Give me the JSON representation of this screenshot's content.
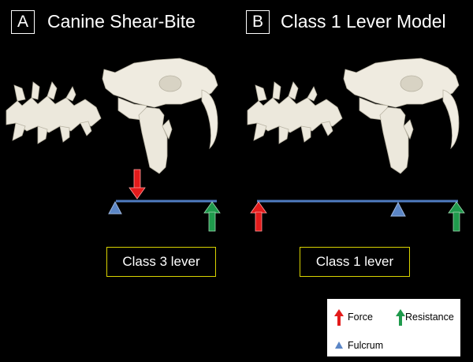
{
  "panels": [
    {
      "letter": "A",
      "title": "Canine Shear-Bite",
      "lever_label": "Class 3 lever"
    },
    {
      "letter": "B",
      "title": "Class 1 Lever Model",
      "lever_label": "Class 1 lever"
    }
  ],
  "legend": {
    "force": "Force",
    "resistance": "Resistance",
    "fulcrum": "Fulcrum"
  },
  "colors": {
    "background": "#000000",
    "force": "#e31b1b",
    "resistance": "#1f9a4c",
    "fulcrum": "#5b86c6",
    "lever": "#4f7cc1",
    "label_border": "#d9d300",
    "bone": "#ece8dc"
  },
  "icons": [
    "skull-illustration",
    "force-arrow-icon",
    "resistance-arrow-icon",
    "fulcrum-triangle-icon"
  ]
}
